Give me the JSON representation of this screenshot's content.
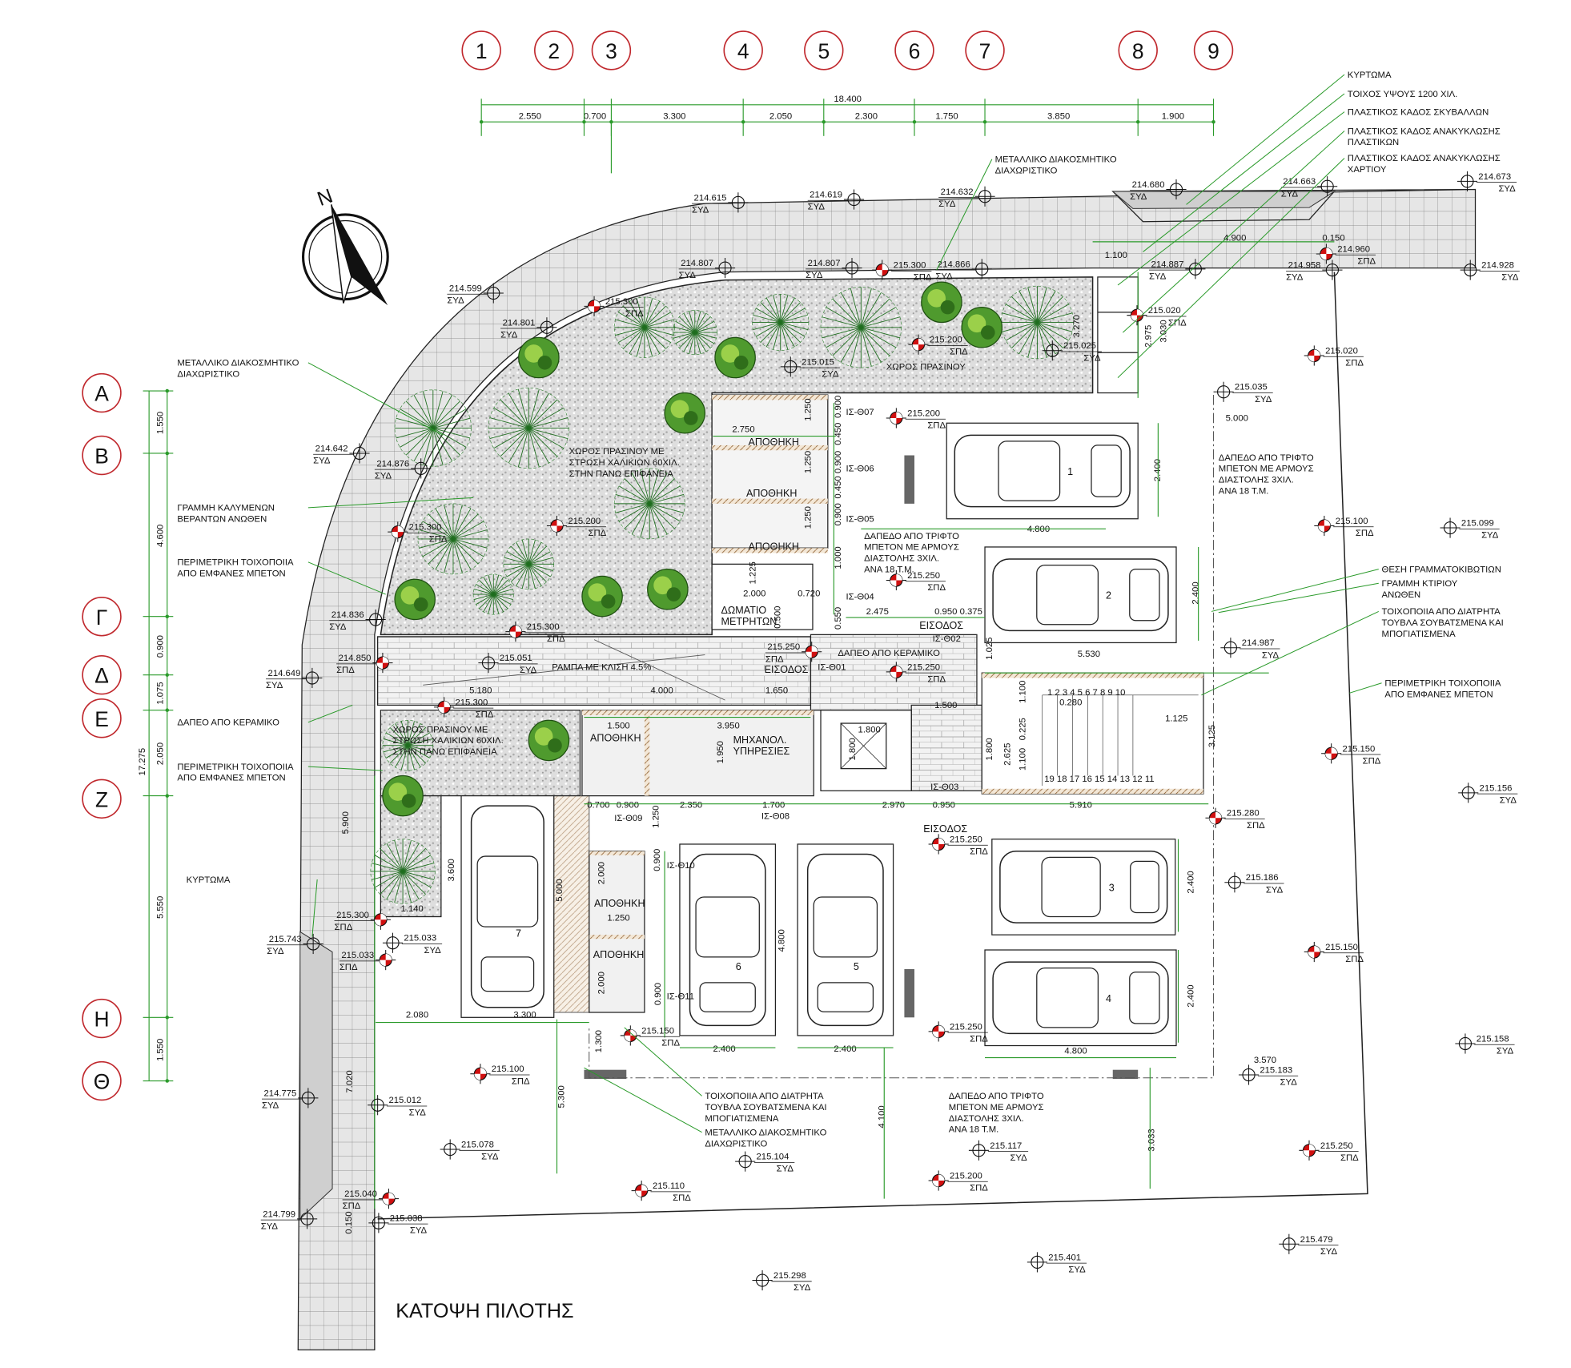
{
  "title": "ΚΑΤΟΨΗ ΠΙΛΟΤΗΣ",
  "north_label": "N",
  "grid_columns": [
    "1",
    "2",
    "3",
    "4",
    "5",
    "6",
    "7",
    "8",
    "9"
  ],
  "grid_rows": [
    "Α",
    "Β",
    "Γ",
    "Δ",
    "Ε",
    "Ζ",
    "Η",
    "Θ"
  ],
  "top_dimensions": {
    "total": "18.400",
    "segments": [
      "2.550",
      "0.700",
      "3.300",
      "2.050",
      "2.300",
      "1.750",
      "3.850",
      "1.900"
    ]
  },
  "left_dimensions": {
    "total": "17.275",
    "segments": [
      "1.550",
      "4.600",
      "0.900",
      "1.075",
      "2.050",
      "5.550",
      "1.550"
    ]
  },
  "misc_dimensions": [
    "4.900",
    "0.150",
    "1.100",
    "3.270",
    "2.975",
    "3.030",
    "5.000",
    "2.750",
    "1.250",
    "1.250",
    "1.250",
    "0.900",
    "0.450",
    "0.900",
    "0.450",
    "0.900",
    "1.000",
    "2.400",
    "4.800",
    "2.000",
    "1.225",
    "0.720",
    "0.500",
    "2.475",
    "0.950",
    "0.375",
    "0.550",
    "2.400",
    "5.530",
    "1.025",
    "5.180",
    "4.000",
    "1.650",
    "1.500",
    "1.500",
    "3.950",
    "1.950",
    "1.800",
    "1.800",
    "1.100",
    "0.280",
    "1.125",
    "2.625",
    "0.225",
    "1.100",
    "1.800",
    "3.125",
    "0.700",
    "0.900",
    "2.350",
    "1.700",
    "2.970",
    "0.950",
    "5.910",
    "1.250",
    "0.900",
    "2.000",
    "1.250",
    "2.000",
    "0.900",
    "4.800",
    "2.400",
    "2.400",
    "2.400",
    "2.400",
    "4.800",
    "3.570",
    "3.600",
    "5.000",
    "1.140",
    "2.080",
    "3.300",
    "1.300",
    "5.300",
    "4.100",
    "3.033",
    "5.900",
    "7.020",
    "0.150"
  ],
  "elevations": [
    {
      "value": "214.615",
      "type": "ΣΥΔ"
    },
    {
      "value": "214.619",
      "type": "ΣΥΔ"
    },
    {
      "value": "214.632",
      "type": "ΣΥΔ"
    },
    {
      "value": "214.680",
      "type": "ΣΥΔ"
    },
    {
      "value": "214.663",
      "type": "ΣΥΔ"
    },
    {
      "value": "214.673",
      "type": "ΣΥΔ"
    },
    {
      "value": "214.599",
      "type": "ΣΥΔ"
    },
    {
      "value": "214.807",
      "type": "ΣΥΔ"
    },
    {
      "value": "214.807",
      "type": "ΣΥΔ"
    },
    {
      "value": "215.300",
      "type": "ΣΠΔ"
    },
    {
      "value": "214.866",
      "type": "ΣΥΔ"
    },
    {
      "value": "214.887",
      "type": "ΣΥΔ"
    },
    {
      "value": "214.960",
      "type": "ΣΠΔ"
    },
    {
      "value": "214.958",
      "type": "ΣΥΔ"
    },
    {
      "value": "214.928",
      "type": "ΣΥΔ"
    },
    {
      "value": "214.801",
      "type": "ΣΥΔ"
    },
    {
      "value": "215.300",
      "type": "ΣΠΔ"
    },
    {
      "value": "215.015",
      "type": "ΣΥΔ"
    },
    {
      "value": "215.200",
      "type": "ΣΠΔ"
    },
    {
      "value": "215.025",
      "type": "ΣΥΔ"
    },
    {
      "value": "215.020",
      "type": "ΣΠΔ"
    },
    {
      "value": "215.020",
      "type": "ΣΠΔ"
    },
    {
      "value": "215.035",
      "type": "ΣΥΔ"
    },
    {
      "value": "214.642",
      "type": "ΣΥΔ"
    },
    {
      "value": "214.876",
      "type": "ΣΥΔ"
    },
    {
      "value": "215.300",
      "type": "ΣΠΔ"
    },
    {
      "value": "215.200",
      "type": "ΣΠΔ"
    },
    {
      "value": "215.200",
      "type": "ΣΠΔ"
    },
    {
      "value": "215.250",
      "type": "ΣΠΔ"
    },
    {
      "value": "215.100",
      "type": "ΣΠΔ"
    },
    {
      "value": "215.099",
      "type": "ΣΥΔ"
    },
    {
      "value": "214.836",
      "type": "ΣΥΔ"
    },
    {
      "value": "215.300",
      "type": "ΣΠΔ"
    },
    {
      "value": "214.850",
      "type": "ΣΠΔ"
    },
    {
      "value": "215.051",
      "type": "ΣΥΔ"
    },
    {
      "value": "214.649",
      "type": "ΣΥΔ"
    },
    {
      "value": "215.300",
      "type": "ΣΠΔ"
    },
    {
      "value": "215.250",
      "type": "ΣΠΔ"
    },
    {
      "value": "215.250",
      "type": "ΣΠΔ"
    },
    {
      "value": "214.987",
      "type": "ΣΥΔ"
    },
    {
      "value": "215.150",
      "type": "ΣΠΔ"
    },
    {
      "value": "215.156",
      "type": "ΣΥΔ"
    },
    {
      "value": "215.280",
      "type": "ΣΠΔ"
    },
    {
      "value": "215.250",
      "type": "ΣΠΔ"
    },
    {
      "value": "215.186",
      "type": "ΣΥΔ"
    },
    {
      "value": "215.300",
      "type": "ΣΠΔ"
    },
    {
      "value": "215.033",
      "type": "ΣΥΔ"
    },
    {
      "value": "215.033",
      "type": "ΣΠΔ"
    },
    {
      "value": "215.743",
      "type": "ΣΥΔ"
    },
    {
      "value": "215.150",
      "type": "ΣΠΔ"
    },
    {
      "value": "215.250",
      "type": "ΣΠΔ"
    },
    {
      "value": "215.150",
      "type": "ΣΠΔ"
    },
    {
      "value": "215.158",
      "type": "ΣΥΔ"
    },
    {
      "value": "215.183",
      "type": "ΣΥΔ"
    },
    {
      "value": "215.100",
      "type": "ΣΠΔ"
    },
    {
      "value": "214.775",
      "type": "ΣΥΔ"
    },
    {
      "value": "215.012",
      "type": "ΣΥΔ"
    },
    {
      "value": "215.078",
      "type": "ΣΥΔ"
    },
    {
      "value": "215.117",
      "type": "ΣΥΔ"
    },
    {
      "value": "215.104",
      "type": "ΣΥΔ"
    },
    {
      "value": "215.250",
      "type": "ΣΠΔ"
    },
    {
      "value": "215.110",
      "type": "ΣΠΔ"
    },
    {
      "value": "215.200",
      "type": "ΣΠΔ"
    },
    {
      "value": "215.040",
      "type": "ΣΠΔ"
    },
    {
      "value": "214.799",
      "type": "ΣΥΔ"
    },
    {
      "value": "215.038",
      "type": "ΣΥΔ"
    },
    {
      "value": "215.479",
      "type": "ΣΥΔ"
    },
    {
      "value": "215.401",
      "type": "ΣΥΔ"
    },
    {
      "value": "215.298",
      "type": "ΣΥΔ"
    }
  ],
  "annotations": [
    "ΚΥΡΤΩΜΑ",
    "ΤΟΙΧΟΣ ΥΨΟΥΣ 1200 ΧΙΛ.",
    "ΠΛΑΣΤΙΚΟΣ ΚΑΔΟΣ ΣΚΥΒΑΛΛΩΝ",
    "ΠΛΑΣΤΙΚΟΣ ΚΑΔΟΣ ΑΝΑΚΥΚΛΩΣΗΣ\nΠΛΑΣΤΙΚΩΝ",
    "ΠΛΑΣΤΙΚΟΣ ΚΑΔΟΣ ΑΝΑΚΥΚΛΩΣΗΣ\nΧΑΡΤΙΟΥ",
    "ΜΕΤΑΛΛΙΚΟ ΔΙΑΚΟΣΜΗΤΙΚΟ\nΔΙΑΧΩΡΙΣΤΙΚΟ",
    "ΜΕΤΑΛΛΙΚΟ ΔΙΑΚΟΣΜΗΤΙΚΟ\nΔΙΑΧΩΡΙΣΤΙΚΟ",
    "ΓΡΑΜΜΗ ΚΑΛΥΜΕΝΩΝ\nΒΕΡΑΝΤΩΝ ΑΝΩΘΕΝ",
    "ΠΕΡΙΜΕΤΡΙΚΗ ΤΟΙΧΟΠΟΙΙΑ\nΑΠΟ ΕΜΦΑΝΕΣ ΜΠΕΤΟΝ",
    "ΔΑΠΕΟ ΑΠΟ ΚΕΡΑΜΙΚΟ",
    "ΠΕΡΙΜΕΤΡΙΚΗ ΤΟΙΧΟΠΟΙΙΑ\nΑΠΟ ΕΜΦΑΝΕΣ ΜΠΕΤΟΝ",
    "ΚΥΡΤΩΜΑ",
    "ΘΕΣΗ ΓΡΑΜΜΑΤΟΚΙΒΩΤΙΩΝ",
    "ΓΡΑΜΜΗ ΚΤΙΡΙΟΥ\nΑΝΩΘΕΝ",
    "ΤΟΙΧΟΠΟΙΙΑ ΑΠΟ ΔΙΑΤΡΗΤΑ\nΤΟΥΒΛΑ ΣΟΥΒΑΤΣΜΕΝΑ ΚΑΙ\nΜΠΟΓΙΑΤΙΣΜΕΝΑ",
    "ΠΕΡΙΜΕΤΡΙΚΗ ΤΟΙΧΟΠΟΙΙΑ\nΑΠΟ ΕΜΦΑΝΕΣ ΜΠΕΤΟΝ",
    "ΤΟΙΧΟΠΟΙΙΑ ΑΠΟ ΔΙΑΤΡΗΤΑ\nΤΟΥΒΛΑ ΣΟΥΒΑΤΣΜΕΝΑ ΚΑΙ\nΜΠΟΓΙΑΤΙΣΜΕΝΑ",
    "ΜΕΤΑΛΛΙΚΟ ΔΙΑΚΟΣΜΗΤΙΚΟ\nΔΙΑΧΩΡΙΣΤΙΚΟ"
  ],
  "area_notes": [
    "ΧΩΡΟΣ ΠΡΑΣΙΝΟΥ ΜΕ\nΣΤΡΩΣΗ ΧΑΛΙΚΙΩΝ 60ΧΙΛ.\nΣΤΗΝ ΠΑΝΩ ΕΠΙΦΑΝΕΙΑ",
    "ΧΩΡΟΣ ΠΡΑΣΙΝΟΥ",
    "ΧΩΡΟΣ ΠΡΑΣΙΝΟΥ ΜΕ\nΣΤΡΩΣΗ ΧΑΛΙΚΙΩΝ 60ΧΙΛ.\nΣΤΗΝ ΠΑΝΩ ΕΠΙΦΑΝΕΙΑ",
    "ΡΑΜΠΑ ΜΕ ΚΛΙΣΗ 4.5%",
    "ΔΑΠΕΟ ΑΠΟ ΚΕΡΑΜΙΚΟ",
    "ΔΑΠΕΔΟ ΑΠΟ ΤΡΙΦΤΟ\nΜΠΕΤΟΝ ΜΕ ΑΡΜΟΥΣ\nΔΙΑΣΤΟΛΗΣ 3ΧΙΛ.\nΑΝΑ 18 Τ.Μ.",
    "ΔΑΠΕΔΟ ΑΠΟ ΤΡΙΦΤΟ\nΜΠΕΤΟΝ ΜΕ ΑΡΜΟΥΣ\nΔΙΑΣΤΟΛΗΣ 3ΧΙΛ.\nΑΝΑ 18 Τ.Μ.",
    "ΔΑΠΕΔΟ ΑΠΟ ΤΡΙΦΤΟ\nΜΠΕΤΟΝ ΜΕ ΑΡΜΟΥΣ\nΔΙΑΣΤΟΛΗΣ 3ΧΙΛ.\nΑΝΑ 18 Τ.Μ."
  ],
  "rooms": [
    "ΑΠΟΘΗΚΗ",
    "ΑΠΟΘΗΚΗ",
    "ΑΠΟΘΗΚΗ",
    "ΔΩΜΑΤΙΟ\nΜΕΤΡΗΤΩΝ",
    "ΕΙΣΟΔΟΣ",
    "ΕΙΣΟΔΟΣ",
    "ΑΠΟΘΗΚΗ",
    "ΜΗΧΑΝΟΛ.\nΥΠΗΡΕΣΙΕΣ",
    "ΑΠΟΘΗΚΗ",
    "ΑΠΟΘΗΚΗ",
    "ΕΙΣΟΔΟΣ"
  ],
  "doors": [
    "ΙΣ-Θ01",
    "ΙΣ-Θ02",
    "ΙΣ-Θ03",
    "ΙΣ-Θ04",
    "ΙΣ-Θ05",
    "ΙΣ-Θ06",
    "ΙΣ-Θ07",
    "ΙΣ-Θ08",
    "ΙΣ-Θ09",
    "ΙΣ-Θ10",
    "ΙΣ-Θ11"
  ],
  "parking_spaces": [
    "1",
    "2",
    "3",
    "4",
    "5",
    "6",
    "7"
  ],
  "stair_steps": {
    "upper": "1 2 3 4 5 6 7 8 9 10",
    "lower": "19 18 17 16 15 14 13 12 11"
  },
  "colors": {
    "grid_bubble": "#c0282d",
    "dimension_line": "#2a9a2a",
    "elevation_marker": "#d01010",
    "road": "#e4e4e4",
    "gravel": "#d8d8d8"
  }
}
